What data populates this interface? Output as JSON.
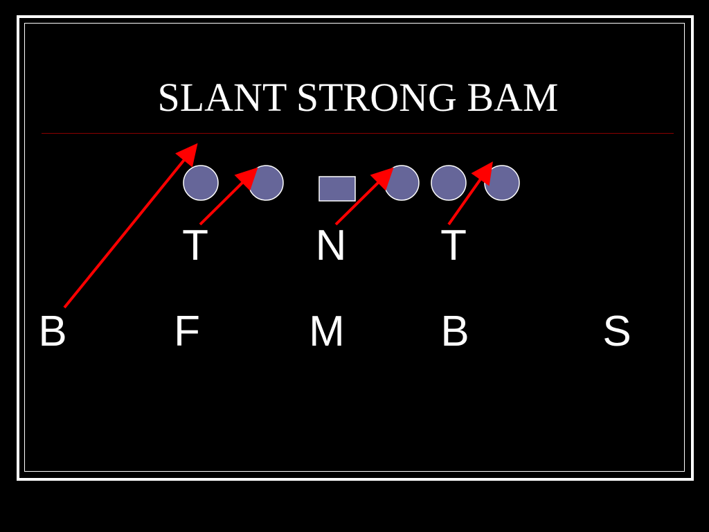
{
  "slide": {
    "title": "SLANT STRONG BAM"
  },
  "colors": {
    "background": "#000000",
    "border": "#ffffff",
    "divider": "#8b0000",
    "player_fill": "#666699",
    "player_stroke": "#ffffff",
    "arrow": "#ff0000",
    "text": "#ffffff"
  },
  "diagram": {
    "offense": [
      {
        "shape": "circle"
      },
      {
        "shape": "circle"
      },
      {
        "shape": "rectangle"
      },
      {
        "shape": "circle"
      },
      {
        "shape": "circle"
      },
      {
        "shape": "circle"
      }
    ],
    "defensive_line": [
      "T",
      "N",
      "T"
    ],
    "linebackers": [
      "B",
      "F",
      "M",
      "B",
      "S"
    ],
    "slant_arrows": 4
  }
}
